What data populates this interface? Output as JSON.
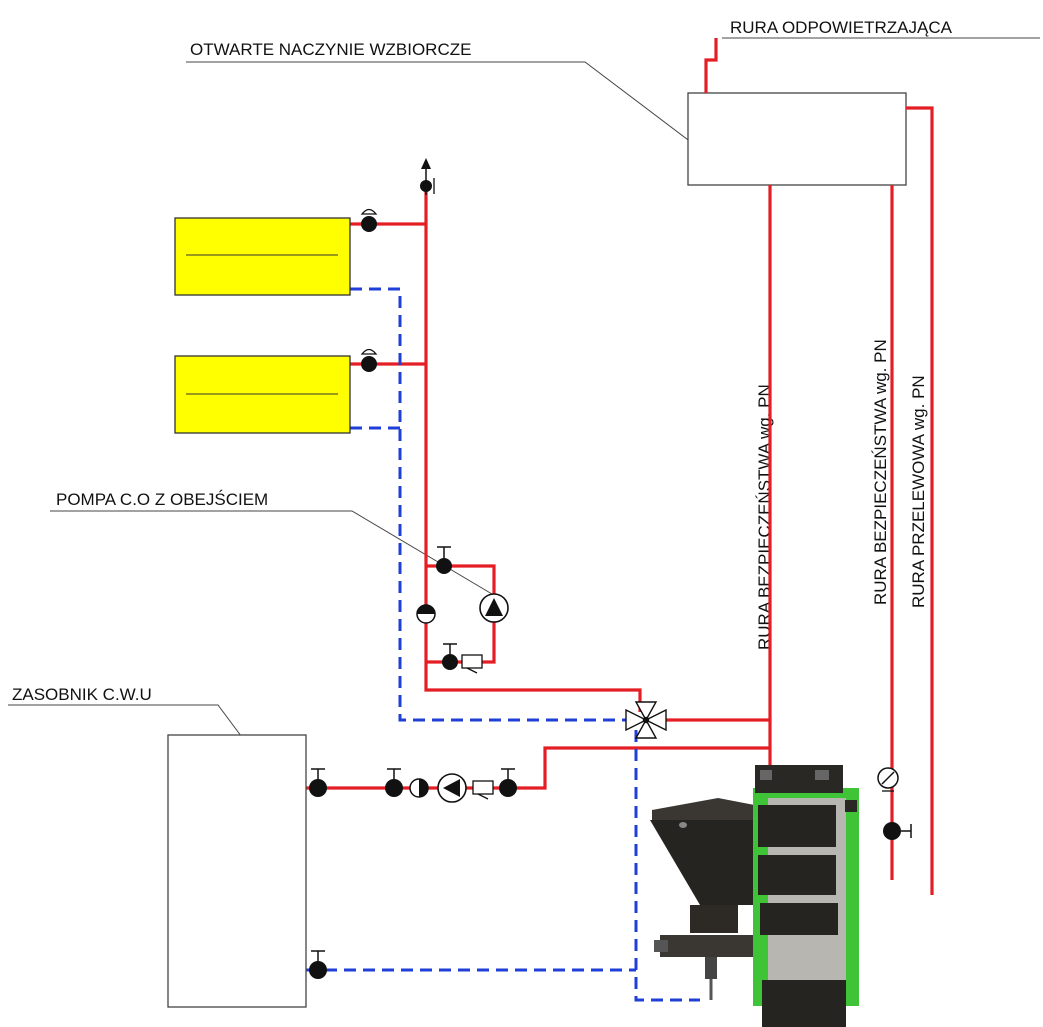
{
  "labels": {
    "vent_pipe": "RURA ODPOWIETRZAJĄCA",
    "open_tank": "OTWARTE NACZYNIE WZBIORCZE",
    "pump_bypass": "POMPA C.O Z OBEJŚCIEM",
    "dhw_tank": "ZASOBNIK C.W.U",
    "safety_pipe_1": "RURA BEZPIECZEŃSTWA wg. PN",
    "safety_pipe_2": "RURA BEZPIECZEŃSTWA wg. PN",
    "overflow_pipe": "RURA PRZELEWOWA wg. PN"
  },
  "colors": {
    "supply": "#e31e24",
    "return": "#1f3fd8",
    "radiator_fill": "#ffff00",
    "boiler_body": "#3ec436",
    "boiler_dark": "#262420",
    "outline": "#222222"
  },
  "icons": {
    "radiator": "radiator-icon",
    "pump": "pump-icon",
    "valve": "ball-valve-icon",
    "check_valve": "check-valve-icon",
    "filter": "filter-icon",
    "mixing_valve": "four-way-mixing-valve-icon",
    "manometer": "pressure-gauge-icon",
    "air_vent": "air-vent-icon",
    "boiler": "pellet-boiler-icon"
  }
}
